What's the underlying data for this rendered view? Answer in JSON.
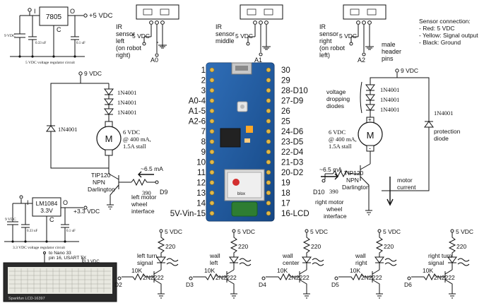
{
  "power": {
    "reg5": {
      "part": "7805",
      "in": "9 VDC",
      "out": "+5 VDC",
      "pin_i": "I",
      "pin_o": "O",
      "pin_c": "C",
      "cap_in": "0.33 uF",
      "cap_out": "0.1 uF",
      "caption": "5 VDC voltage regulator circuit"
    },
    "reg33": {
      "part_line1": "LM1084",
      "part_line2": "3.3V",
      "in": "9 VDC",
      "out": "+3.3 VDC",
      "pin_i": "I",
      "pin_o": "O",
      "pin_c": "C",
      "cap_in": "0.33 uF",
      "cap_out": "0.1 uF",
      "caption": "3.3 VDC voltage regulator circuit"
    }
  },
  "sensors": {
    "left": {
      "lines": [
        "IR",
        "sensor",
        "left",
        "(on robot",
        "right)"
      ],
      "vdc": "5 VDC",
      "pin": "A0"
    },
    "middle": {
      "lines": [
        "IR",
        "sensor",
        "middle"
      ],
      "vdc": "5 VDC",
      "pin": "A1"
    },
    "right": {
      "lines": [
        "IR",
        "sensor",
        "right",
        "(on robot",
        "left)"
      ],
      "vdc": "5 VDC",
      "pin": "A2"
    },
    "header_note": [
      "male",
      "header",
      "pins"
    ],
    "connection_note": [
      "Sensor connection:",
      "- Red: 5 VDC",
      "- Yellow: Signal output",
      "- Black: Ground"
    ]
  },
  "left_motor": {
    "supply": "9 VDC",
    "diodes": [
      "1N4001",
      "1N4001",
      "1N4001"
    ],
    "protection_diode": "1N4001",
    "motor_spec": [
      "6 VDC",
      "@ 400 mA,",
      "1.5A stall"
    ],
    "transistor": [
      "TIP120",
      "NPN",
      "Darlington"
    ],
    "current": "~6.5 mA",
    "resistor": "390",
    "pin": "D9",
    "label": [
      "left motor",
      "wheel",
      "interface"
    ]
  },
  "right_motor": {
    "supply": "9 VDC",
    "diode_note": [
      "voltage",
      "dropping",
      "diodes"
    ],
    "diodes": [
      "1N4001",
      "1N4001",
      "1N4001"
    ],
    "protection_diode": [
      "1N4001",
      "protection",
      "diode"
    ],
    "motor_spec": [
      "6 VDC",
      "@ 400 mA,",
      "1.5A stall"
    ],
    "motor_letter": "M",
    "plus": "+",
    "minus": "-",
    "transistor": [
      "TIP120",
      "NPN",
      "Darlington"
    ],
    "current": "~6.5 mA",
    "resistor": "390",
    "pin": "D10",
    "label": [
      "right motor",
      "wheel",
      "interface"
    ],
    "motor_current": [
      "motor",
      "current"
    ]
  },
  "left_motor_letter": "M",
  "nano": {
    "left_pins": [
      "1",
      "2",
      "3",
      "A0-4",
      "A1-5",
      "A2-6",
      "7",
      "8",
      "9",
      "10",
      "11",
      "12",
      "13",
      "14",
      "5V-Vin-15"
    ],
    "right_pins": [
      "30",
      "29",
      "28-D10",
      "27-D9",
      "26",
      "25",
      "24-D6",
      "23-D5",
      "22-D4",
      "21-D3",
      "20-D2",
      "19",
      "18",
      "17",
      "16-LCD"
    ],
    "module_text": "blox"
  },
  "lcd": {
    "note_line1": "to Nano 33",
    "note_line2": "pin 16, USART TX",
    "vcc": "3.3 VDC",
    "caption": "Sparkfun LCD-16397"
  },
  "leds": [
    {
      "label": [
        "left turn",
        "signal"
      ],
      "vdc": "5 VDC",
      "r_top": "220",
      "r_base": "10K",
      "transistor": "2N2222",
      "pin": "D2"
    },
    {
      "label": [
        "wall",
        "left"
      ],
      "vdc": "5 VDC",
      "r_top": "220",
      "r_base": "10K",
      "transistor": "2N2222",
      "pin": "D3"
    },
    {
      "label": [
        "wall",
        "center"
      ],
      "vdc": "5 VDC",
      "r_top": "220",
      "r_base": "10K",
      "transistor": "2N2222",
      "pin": "D4"
    },
    {
      "label": [
        "wall",
        "right"
      ],
      "vdc": "5 VDC",
      "r_top": "220",
      "r_base": "10K",
      "transistor": "2N2222",
      "pin": "D5"
    },
    {
      "label": [
        "right turn",
        "signal"
      ],
      "vdc": "5 VDC",
      "r_top": "220",
      "r_base": "10K",
      "transistor": "2N2222",
      "pin": "D6"
    }
  ]
}
